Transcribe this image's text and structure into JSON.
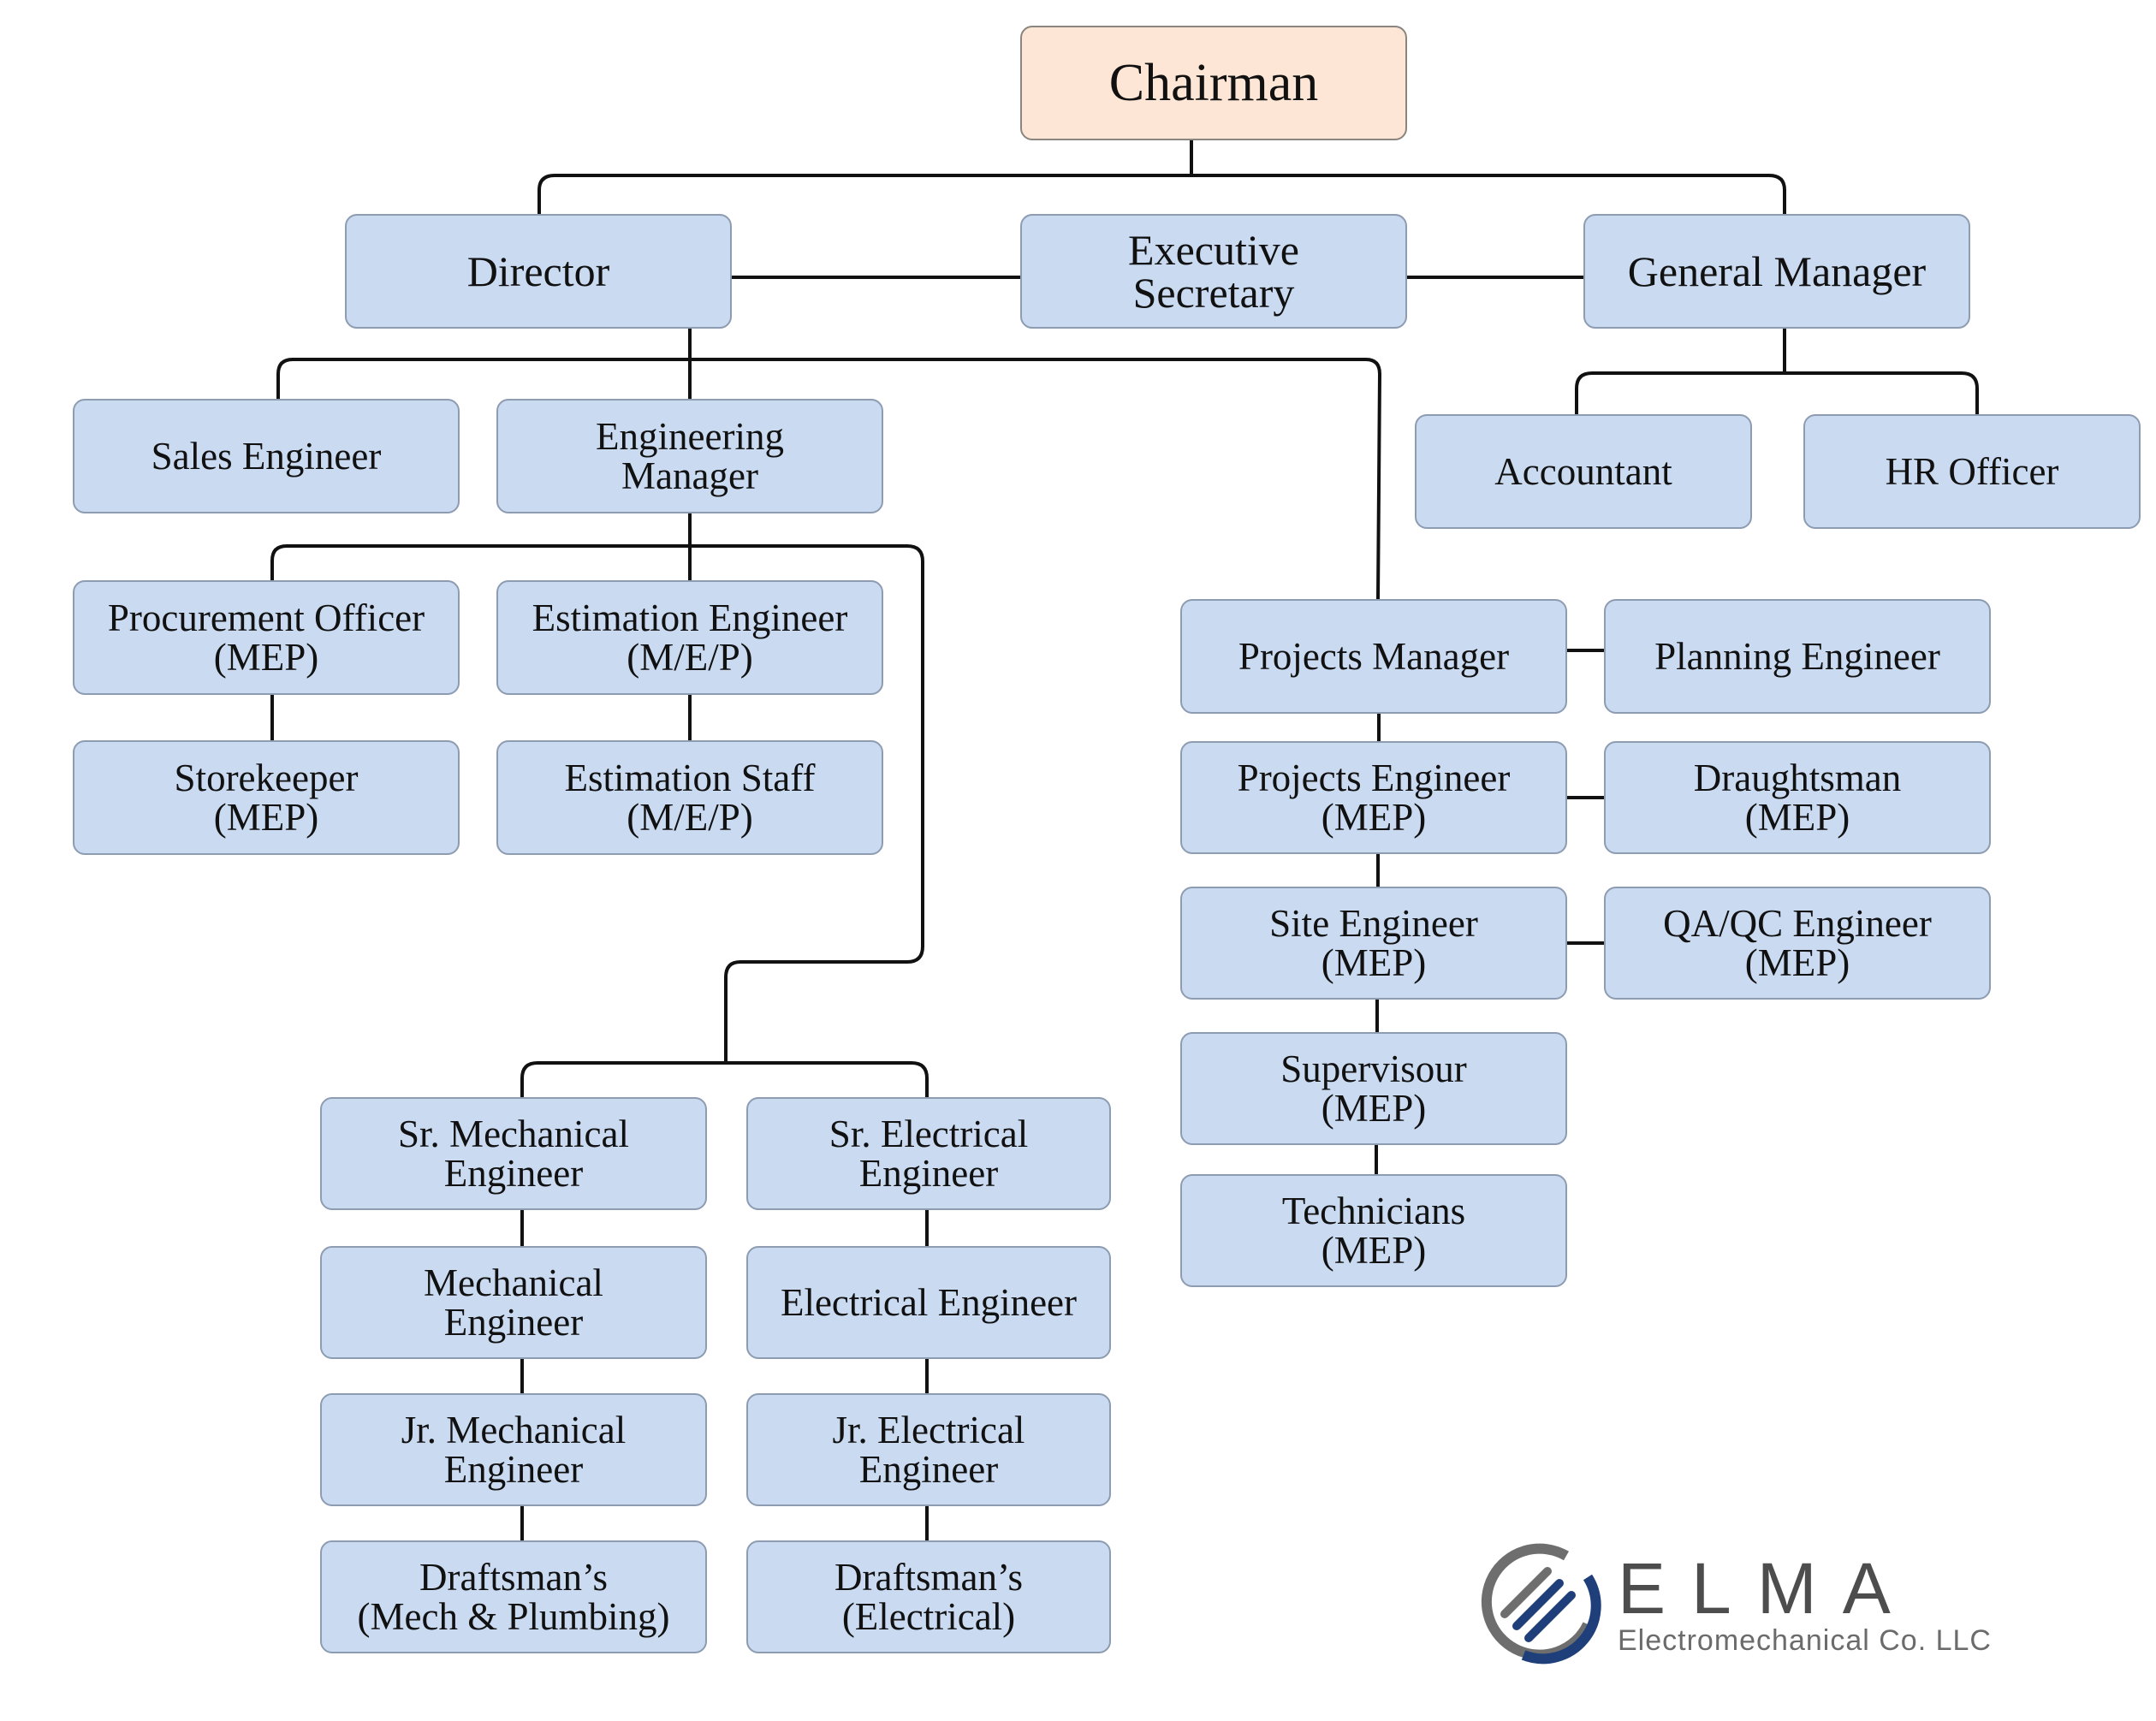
{
  "chart": {
    "nodes": {
      "chairman": "Chairman",
      "director": "Director",
      "exec_secretary": "Executive\nSecretary",
      "general_manager": "General Manager",
      "sales_engineer": "Sales Engineer",
      "engineering_manager": "Engineering\nManager",
      "accountant": "Accountant",
      "hr_officer": "HR Officer",
      "procurement_officer": "Procurement Officer\n(MEP)",
      "estimation_engineer": "Estimation Engineer\n(M/E/P)",
      "storekeeper": "Storekeeper\n(MEP)",
      "estimation_staff": "Estimation Staff\n(M/E/P)",
      "projects_manager": "Projects Manager",
      "planning_engineer": "Planning Engineer",
      "projects_engineer": "Projects Engineer\n(MEP)",
      "draughtsman": "Draughtsman\n(MEP)",
      "site_engineer": "Site Engineer\n(MEP)",
      "qaqc_engineer": "QA/QC Engineer\n(MEP)",
      "supervisour": "Supervisour\n(MEP)",
      "technicians": "Technicians\n(MEP)",
      "sr_mech_engineer": "Sr. Mechanical\nEngineer",
      "sr_elec_engineer": "Sr. Electrical\nEngineer",
      "mech_engineer": "Mechanical\nEngineer",
      "elec_engineer": "Electrical Engineer",
      "jr_mech_engineer": "Jr. Mechanical\nEngineer",
      "jr_elec_engineer": "Jr. Electrical\nEngineer",
      "draftsman_mech": "Draftsman’s\n(Mech & Plumbing)",
      "draftsman_elec": "Draftsman’s\n(Electrical)"
    }
  },
  "logo": {
    "wordmark": "ELMA",
    "subtitle": "Electromechanical Co. LLC",
    "colors": {
      "ring_dark": "#1f3f7a",
      "ring_gray": "#6e6e6e",
      "text": "#4d4d4d"
    }
  }
}
